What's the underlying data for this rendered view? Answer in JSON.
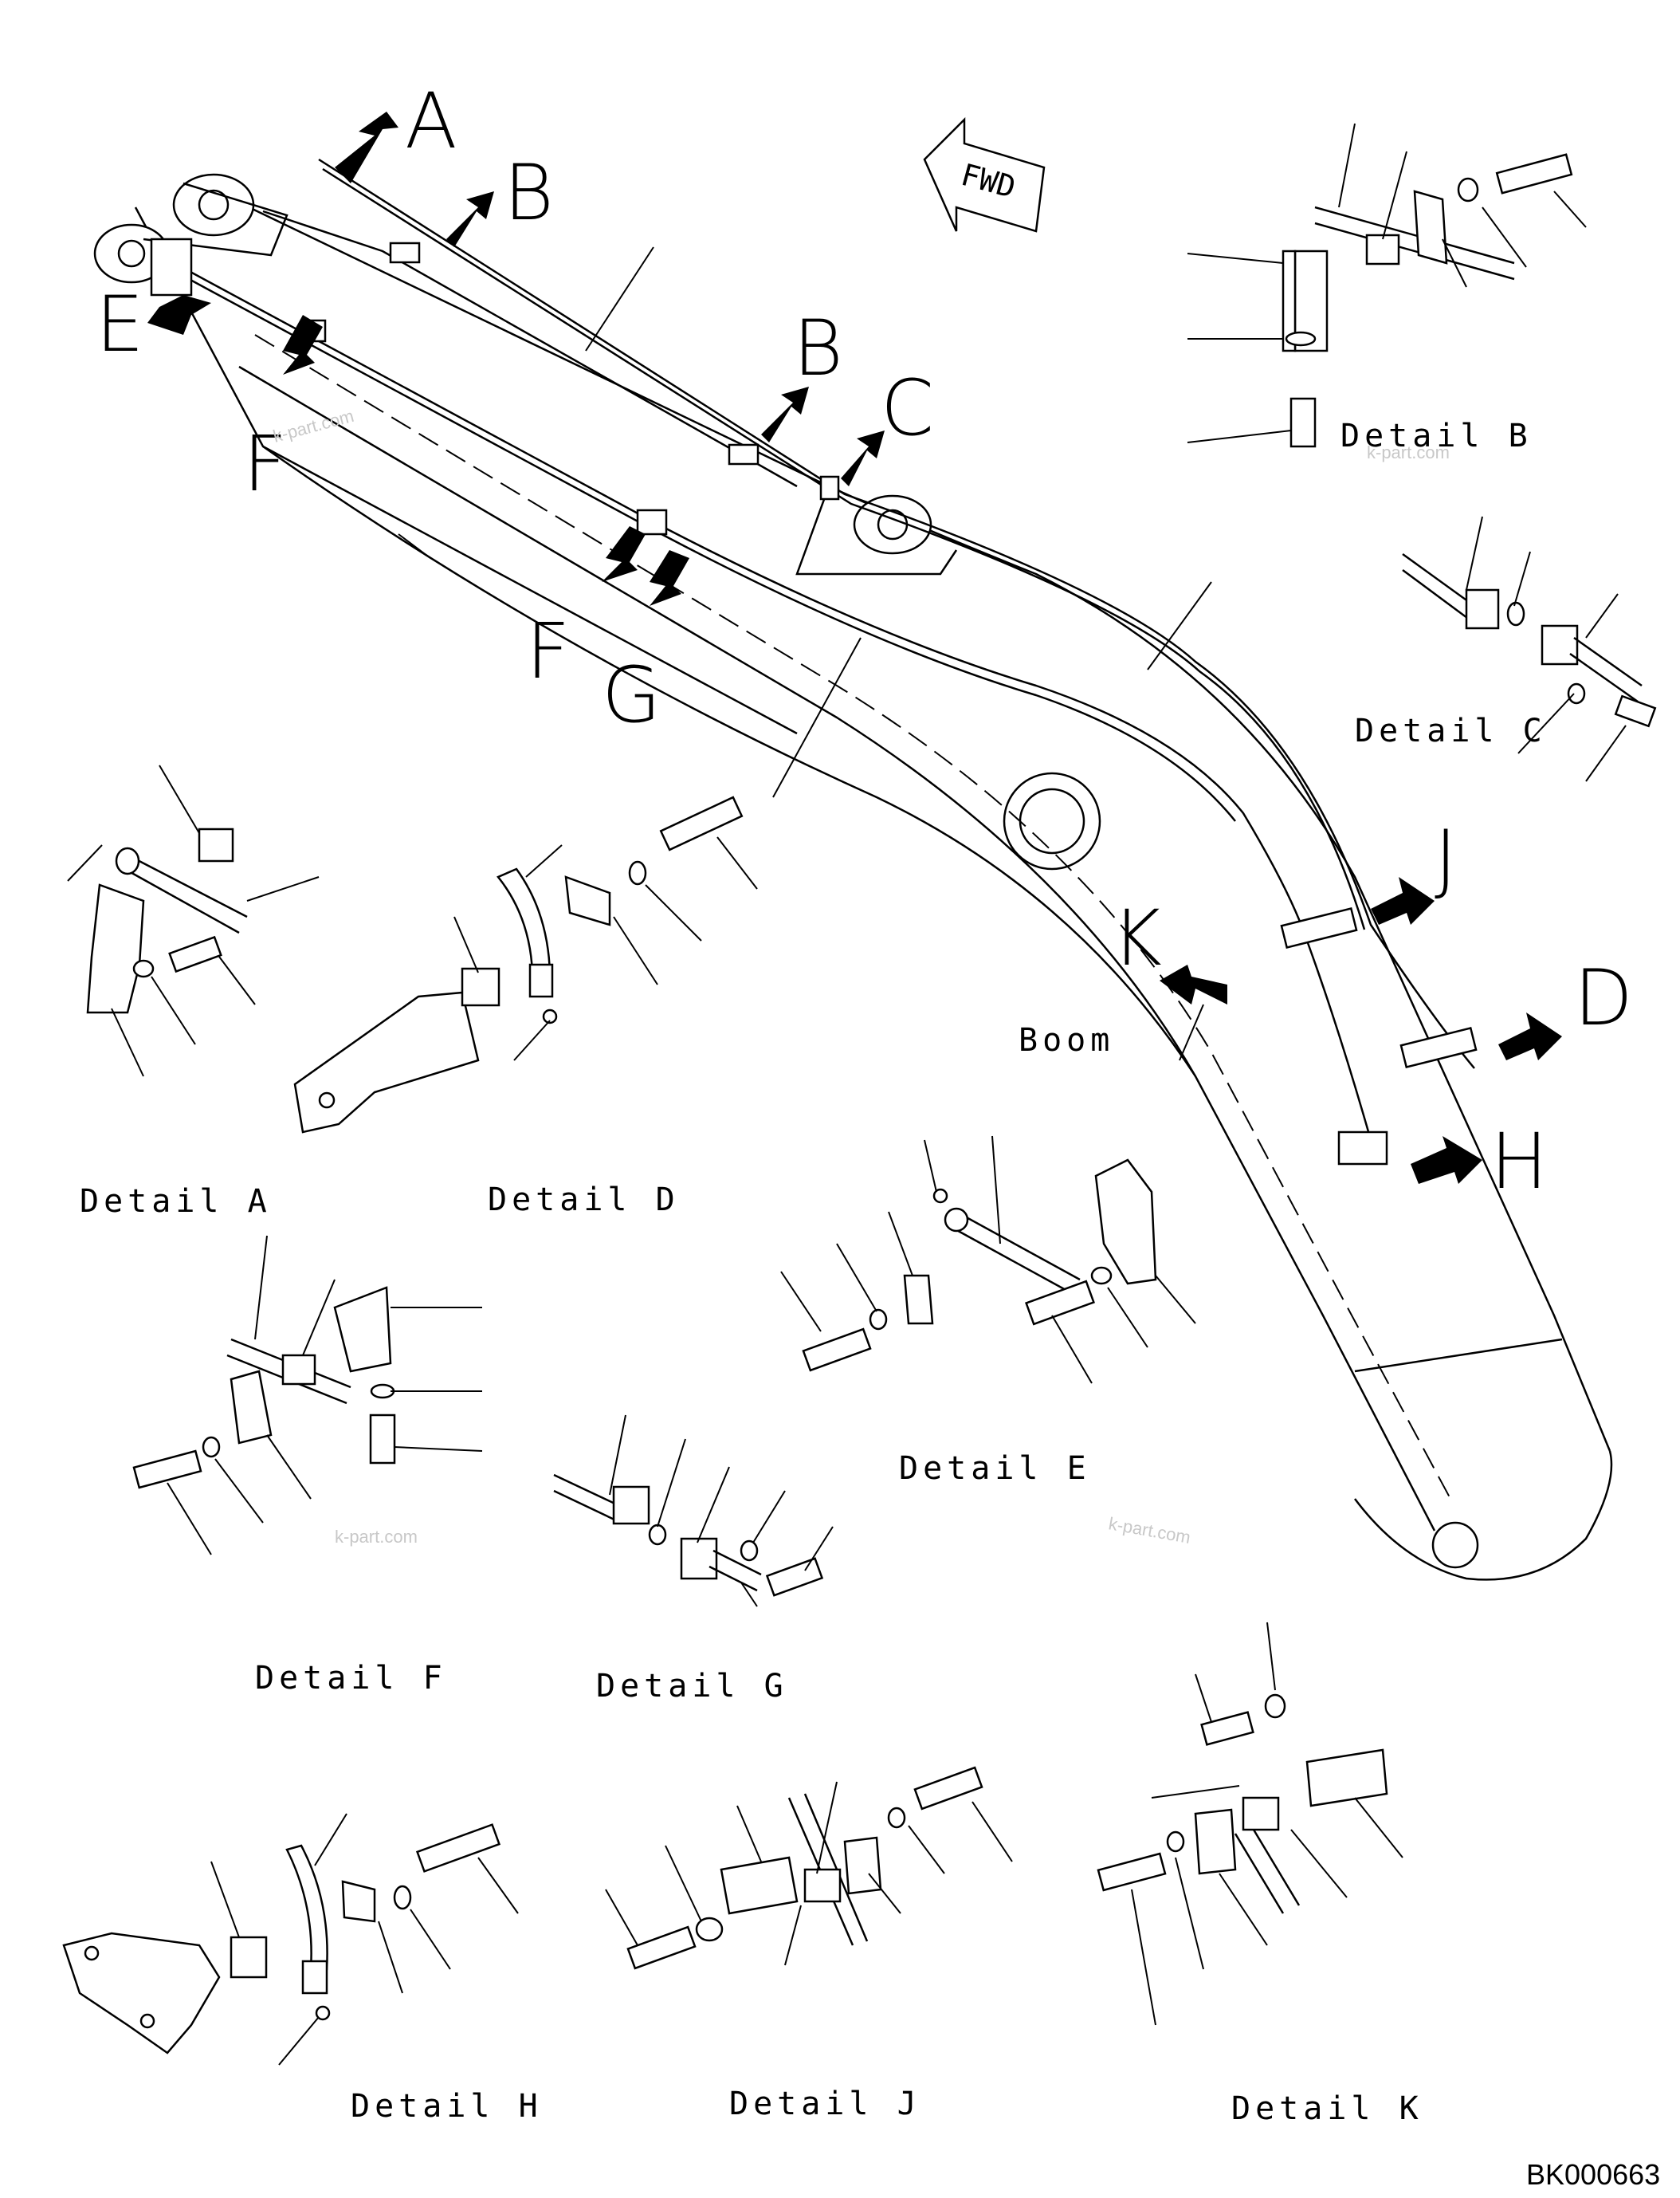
{
  "callouts": {
    "A": "A",
    "B1": "B",
    "B2": "B",
    "C": "C",
    "D": "D",
    "E": "E",
    "F1": "F",
    "F2": "F",
    "G": "G",
    "H": "H",
    "J": "J",
    "K": "K"
  },
  "fwd_label": "FWD",
  "boom_label": "Boom",
  "details": {
    "A": "Detail A",
    "B": "Detail B",
    "C": "Detail C",
    "D": "Detail D",
    "E": "Detail E",
    "F": "Detail F",
    "G": "Detail G",
    "H": "Detail H",
    "J": "Detail J",
    "K": "Detail K"
  },
  "watermark": "k-part.com",
  "drawing_code": "BK000663"
}
